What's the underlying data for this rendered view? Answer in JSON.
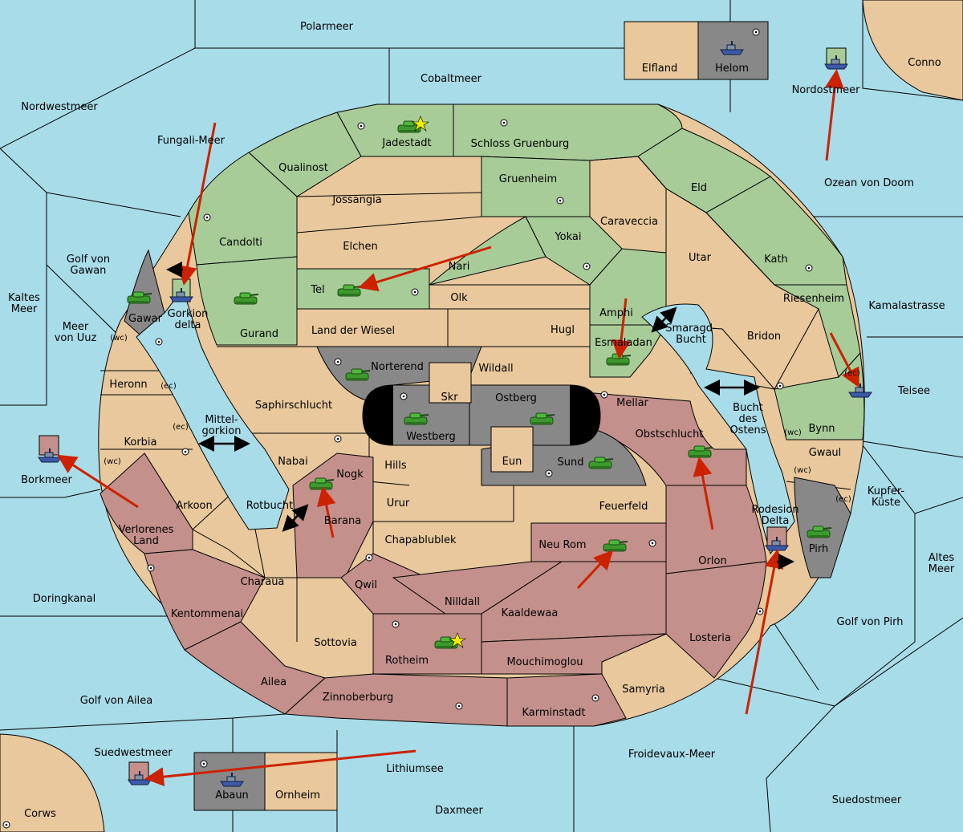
{
  "map": {
    "seas": [
      {
        "id": "polarmeer",
        "label": "Polarmeer"
      },
      {
        "id": "cobaltmeer",
        "label": "Cobaltmeer"
      },
      {
        "id": "nordwestmeer",
        "label": "Nordwestmeer"
      },
      {
        "id": "fungali",
        "label": "Fungali-Meer"
      },
      {
        "id": "golf-gawan",
        "label": "Golf von Gawan"
      },
      {
        "id": "kaltes",
        "label": "Kaltes Meer"
      },
      {
        "id": "meer-uuz",
        "label": "Meer von Uuz"
      },
      {
        "id": "gorkion",
        "label": "Gorkion delta"
      },
      {
        "id": "mittelgorkion",
        "label": "Mittel-gorkion"
      },
      {
        "id": "rotbucht",
        "label": "Rotbucht"
      },
      {
        "id": "borkmeer",
        "label": "Borkmeer"
      },
      {
        "id": "doringkanal",
        "label": "Doringkanal"
      },
      {
        "id": "golf-ailea",
        "label": "Golf von Ailea"
      },
      {
        "id": "suedwestmeer",
        "label": "Suedwestmeer"
      },
      {
        "id": "lithiumsee",
        "label": "Lithiumsee"
      },
      {
        "id": "daxmeer",
        "label": "Daxmeer"
      },
      {
        "id": "froidevaux",
        "label": "Froidevaux-Meer"
      },
      {
        "id": "suedostmeer",
        "label": "Suedostmeer"
      },
      {
        "id": "golf-pirh",
        "label": "Golf von Pirh"
      },
      {
        "id": "altes",
        "label": "Altes Meer"
      },
      {
        "id": "kupfer",
        "label": "Kupfer-Küste"
      },
      {
        "id": "teisee",
        "label": "Teisee"
      },
      {
        "id": "kamalastrasse",
        "label": "Kamalastrasse"
      },
      {
        "id": "ozean",
        "label": "Ozean von Doom"
      },
      {
        "id": "nordostmeer",
        "label": "Nordostmeer"
      },
      {
        "id": "smaragd",
        "label": "Smaragd-Bucht"
      },
      {
        "id": "bucht-ostens",
        "label": "Bucht des Ostens"
      },
      {
        "id": "rodesion",
        "label": "Rodesion Delta"
      }
    ],
    "lands": [
      {
        "id": "conno",
        "label": "Conno"
      },
      {
        "id": "elfland",
        "label": "Elfland"
      },
      {
        "id": "helom",
        "label": "Helom"
      },
      {
        "id": "corws",
        "label": "Corws"
      },
      {
        "id": "abaun",
        "label": "Abaun"
      },
      {
        "id": "ornheim",
        "label": "Ornheim"
      },
      {
        "id": "jadestadt",
        "label": "Jadestadt"
      },
      {
        "id": "schloss",
        "label": "Schloss Gruenburg"
      },
      {
        "id": "qualinost",
        "label": "Qualinost"
      },
      {
        "id": "jossangia",
        "label": "Jossangia"
      },
      {
        "id": "gruenheim",
        "label": "Gruenheim"
      },
      {
        "id": "eld",
        "label": "Eld"
      },
      {
        "id": "candolti",
        "label": "Candolti"
      },
      {
        "id": "elchen",
        "label": "Elchen"
      },
      {
        "id": "caraveccia",
        "label": "Caraveccia"
      },
      {
        "id": "yokai",
        "label": "Yokai"
      },
      {
        "id": "nari",
        "label": "Nari"
      },
      {
        "id": "utar",
        "label": "Utar"
      },
      {
        "id": "kath",
        "label": "Kath"
      },
      {
        "id": "tel",
        "label": "Tel"
      },
      {
        "id": "olk",
        "label": "Olk"
      },
      {
        "id": "gurand",
        "label": "Gurand"
      },
      {
        "id": "gawar",
        "label": "Gawar"
      },
      {
        "id": "amphi",
        "label": "Amphi"
      },
      {
        "id": "riesenheim",
        "label": "Riesenheim"
      },
      {
        "id": "landwiesel",
        "label": "Land der Wiesel"
      },
      {
        "id": "hugl",
        "label": "Hugl"
      },
      {
        "id": "esmaladan",
        "label": "Esmaladan"
      },
      {
        "id": "bridon",
        "label": "Bridon"
      },
      {
        "id": "heronn",
        "label": "Heronn"
      },
      {
        "id": "norterend",
        "label": "Norterend"
      },
      {
        "id": "wildall",
        "label": "Wildall"
      },
      {
        "id": "skr",
        "label": "Skr"
      },
      {
        "id": "ostberg",
        "label": "Ostberg"
      },
      {
        "id": "mellar",
        "label": "Mellar"
      },
      {
        "id": "saphirschlucht",
        "label": "Saphirschlucht"
      },
      {
        "id": "westberg",
        "label": "Westberg"
      },
      {
        "id": "korbia",
        "label": "Korbia"
      },
      {
        "id": "bynn",
        "label": "Bynn"
      },
      {
        "id": "obstschlucht",
        "label": "Obstschlucht"
      },
      {
        "id": "gwaul",
        "label": "Gwaul"
      },
      {
        "id": "nabai",
        "label": "Nabai"
      },
      {
        "id": "hills",
        "label": "Hills"
      },
      {
        "id": "eun",
        "label": "Eun"
      },
      {
        "id": "sund",
        "label": "Sund"
      },
      {
        "id": "nogk",
        "label": "Nogk"
      },
      {
        "id": "arkoon",
        "label": "Arkoon"
      },
      {
        "id": "urur",
        "label": "Urur"
      },
      {
        "id": "feuerfeld",
        "label": "Feuerfeld"
      },
      {
        "id": "barana",
        "label": "Barana"
      },
      {
        "id": "verlorenes",
        "label": "Verlorenes Land"
      },
      {
        "id": "chapablublek",
        "label": "Chapablublek"
      },
      {
        "id": "neurom",
        "label": "Neu Rom"
      },
      {
        "id": "orlon",
        "label": "Orlon"
      },
      {
        "id": "pirh",
        "label": "Pirh"
      },
      {
        "id": "qwil",
        "label": "Qwil"
      },
      {
        "id": "charaua",
        "label": "Charaua"
      },
      {
        "id": "nilldall",
        "label": "Nilldall"
      },
      {
        "id": "kaaldewaa",
        "label": "Kaaldewaa"
      },
      {
        "id": "kentommenai",
        "label": "Kentommenai"
      },
      {
        "id": "losteria",
        "label": "Losteria"
      },
      {
        "id": "sottovia",
        "label": "Sottovia"
      },
      {
        "id": "rotheim",
        "label": "Rotheim"
      },
      {
        "id": "mouchimoglou",
        "label": "Mouchimoglou"
      },
      {
        "id": "ailea",
        "label": "Ailea"
      },
      {
        "id": "samyria",
        "label": "Samyria"
      },
      {
        "id": "zinnoberburg",
        "label": "Zinnoberburg"
      },
      {
        "id": "karminstadt",
        "label": "Karminstadt"
      }
    ],
    "coasts": {
      "wc": "(wc)",
      "ec": "(ec)"
    },
    "colors": {
      "sea": "#a8dce8",
      "neutral": "#e8c89c",
      "green_power": "#a8cc98",
      "red_power": "#c4908c",
      "grey_power": "#888888",
      "order_arrow": "#cc2200"
    }
  }
}
